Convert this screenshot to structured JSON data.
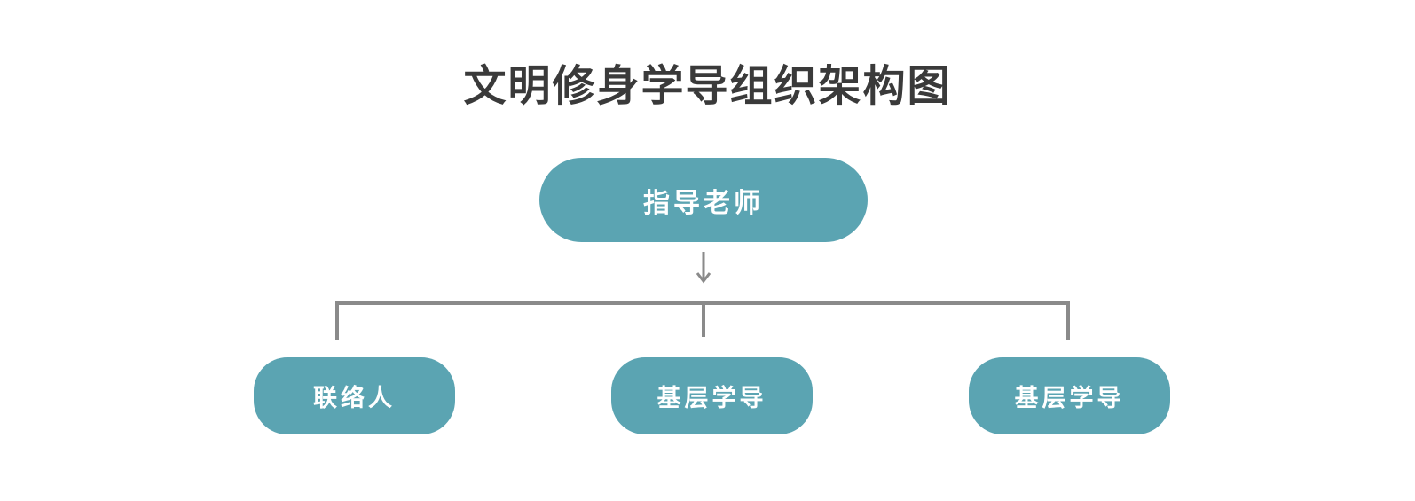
{
  "title": "文明修身学导组织架构图",
  "root": {
    "label": "指导老师"
  },
  "children": [
    {
      "label": "联络人"
    },
    {
      "label": "基层学导"
    },
    {
      "label": "基层学导"
    }
  ],
  "colors": {
    "node_fill": "#5ba4b2",
    "node_text": "#ffffff",
    "connector": "#8a8a8a",
    "title": "#3a3a3a"
  }
}
